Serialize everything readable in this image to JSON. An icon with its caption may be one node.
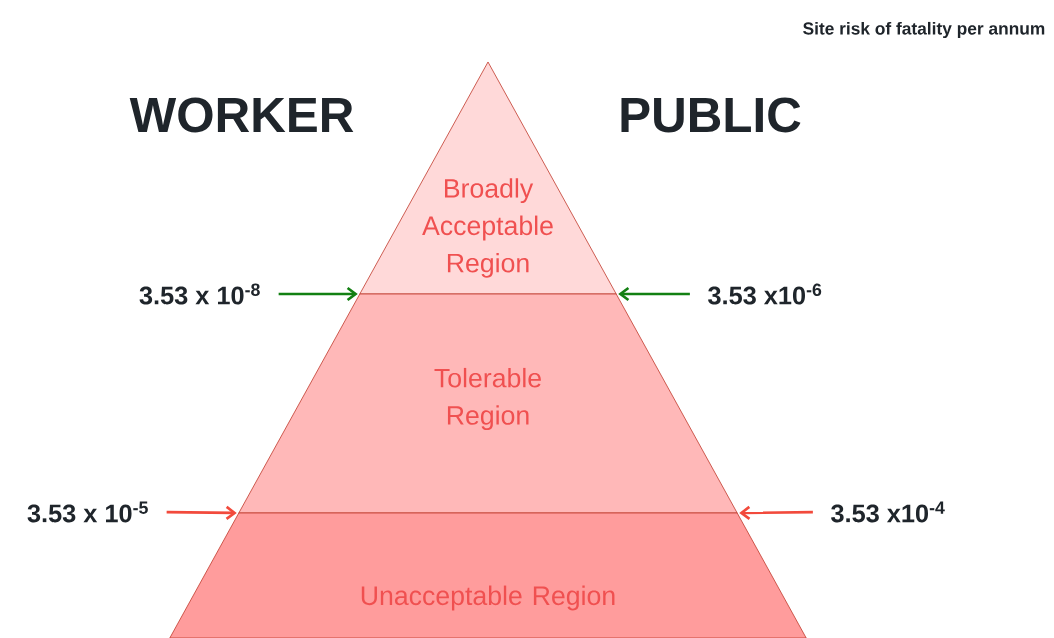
{
  "diagram": {
    "title": "Site risk of fatality per annum",
    "nodes": [
      {
        "text": [
          "Broadly Acceptable Region"
        ]
      },
      {
        "text": [
          "Tolerable Region"
        ]
      },
      {
        "text": [
          "Unacceptable Region"
        ]
      },
      {
        "text": [
          "3.53 x 10$^{-8}$"
        ]
      },
      {
        "text": [
          "3.53 x10$^{-6}$"
        ]
      },
      {
        "text": [
          "3.53 x 10$^{-5}$"
        ]
      },
      {
        "text": [
          "3.53 x10$^{-4}$"
        ]
      }
    ],
    "edges": [
      {
        "from": 3,
        "to": 1,
        "arrow": "to",
        "color": "#138013"
      },
      {
        "from": 4,
        "to": 1,
        "arrow": "to",
        "color": "#138013"
      },
      {
        "from": 5,
        "to": 2,
        "arrow": "to",
        "color": "#f24a3c"
      },
      {
        "from": 6,
        "to": 2,
        "arrow": "to",
        "color": "#f24a3c"
      }
    ],
    "labels": [
      "WORKER",
      "PUBLIC"
    ]
  }
}
